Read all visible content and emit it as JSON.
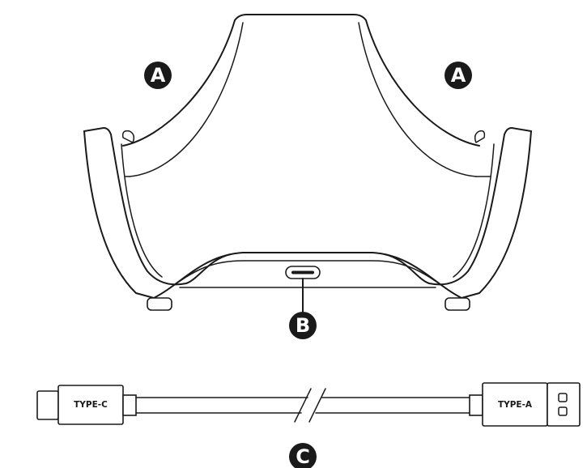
{
  "callouts": {
    "a": "A",
    "b": "B",
    "c": "C"
  },
  "cable": {
    "type_c_label": "TYPE-C",
    "type_a_label": "TYPE-A"
  },
  "colors": {
    "ink": "#1a1a1a",
    "background": "#ffffff"
  }
}
